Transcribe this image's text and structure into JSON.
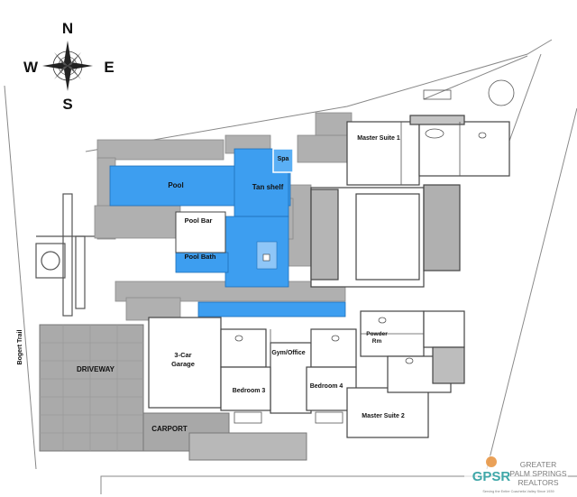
{
  "compass": {
    "north": "N",
    "south": "S",
    "east": "E",
    "west": "W"
  },
  "street": "Bogert Trail",
  "rooms": {
    "pool": "Pool",
    "tan_shelf": "Tan shelf",
    "spa": "Spa",
    "pool_bar": "Pool Bar",
    "pool_bath": "Pool Bath",
    "master_suite_1": "Master Suite 1",
    "garage_line1": "3-Car",
    "garage_line2": "Garage",
    "gym_office": "Gym/Office",
    "bedroom_3": "Bedroom 3",
    "bedroom_4": "Bedroom 4",
    "powder_line1": "Powder",
    "powder_line2": "Rm",
    "master_suite_2": "Master Suite 2",
    "driveway": "DRIVEWAY",
    "carport": "CARPORT"
  },
  "logo": {
    "mark": "GPSR",
    "line1": "GREATER",
    "line2": "PALM SPRINGS",
    "line3": "REALTORS",
    "tagline": "Serving the Entire Coachella Valley Since 1939"
  },
  "colors": {
    "pool_blue": "#3d9ef0",
    "deck_gray": "#b0b0b0",
    "dark_gray": "#8e8e8e",
    "line": "#555555",
    "logo_teal": "#3fa7a8",
    "logo_orange": "#e58a2e"
  }
}
